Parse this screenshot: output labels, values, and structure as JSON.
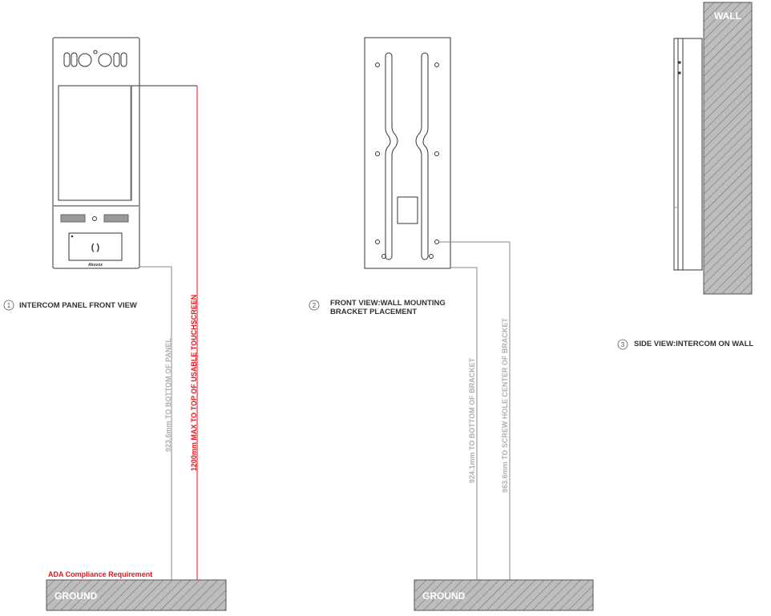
{
  "views": [
    {
      "number": "1",
      "title": "INTERCOM PANEL FRONT VIEW"
    },
    {
      "number": "2",
      "title_line1": "FRONT VIEW:WALL MOUNTING",
      "title_line2": "BRACKET PLACEMENT"
    },
    {
      "number": "3",
      "title": "SIDE VIEW:INTERCOM ON WALL"
    }
  ],
  "dimensions": {
    "panel_bottom": "923.6mm TO BOTTOM OF PANEL",
    "touchscreen_top_value": "1200mm",
    "touchscreen_top_text": "MAX TO TOP OF USABLE TOUCHSCREEN",
    "bracket_bottom": "924.1mm TO BOTTOM OF BRACKET",
    "screw_hole": "963.6mm TO SCREW HOLE CENTER OF BRACKET"
  },
  "ada_note": "ADA Compliance Requirement",
  "ground_label": "GROUND",
  "wall_label": "WALL",
  "brand_logo": "Akuvox",
  "colors": {
    "accent_red": "#e8141e",
    "hatch": "#bdbdbd",
    "line": "#333333",
    "dim_line": "#9a9a9a"
  }
}
